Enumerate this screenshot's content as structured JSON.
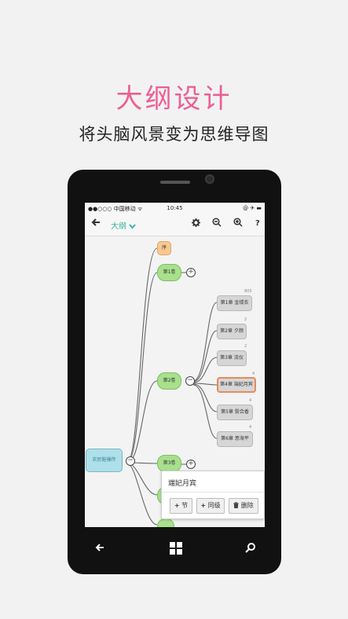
{
  "promo": {
    "headline": "大纲设计",
    "subline": "将头脑风景变为思维导图"
  },
  "statusbar": {
    "signal": "●●○○○ 中国移动 ᯤ",
    "time": "10:45",
    "right": "@ ✈ ▬"
  },
  "toolbar": {
    "back_icon": "back-arrow-icon",
    "title": "大纲",
    "dropdown_icon": "chevron-down-icon",
    "settings_icon": "gear-icon",
    "zoom_out_icon": "zoom-out-icon",
    "zoom_in_icon": "zoom-in-icon",
    "help_label": "?"
  },
  "mindmap": {
    "root": "农民鞋爆传",
    "preface": "序",
    "volumes": [
      "第1卷",
      "第2卷",
      "第3卷"
    ],
    "chapters": [
      {
        "label": "第1章 金缕衣",
        "count": "805"
      },
      {
        "label": "第2章 夕颜",
        "count": "2"
      },
      {
        "label": "第3章 流仪",
        "count": "2"
      },
      {
        "label": "第4章 端妃月宾",
        "count": "4"
      },
      {
        "label": "第5章 鬓合香",
        "count": "4"
      },
      {
        "label": "第6章 意海平",
        "count": "4"
      }
    ],
    "selected_chapter_index": 3
  },
  "popup": {
    "title": "端妃月宾",
    "buttons": [
      {
        "icon": "plus-icon",
        "label": "节"
      },
      {
        "icon": "plus-icon",
        "label": "同级"
      },
      {
        "icon": "trash-icon",
        "label": "删除"
      }
    ]
  },
  "colors": {
    "headline": "#ec5f93",
    "accent": "#3bb3a0",
    "volume_node": "#a8e08d",
    "chapter_node": "#d6d6d6",
    "selected_border": "#e98a57",
    "root_node": "#aee0ea",
    "preface_node": "#f8c890"
  },
  "phone_nav": {
    "back_icon": "back-arrow-icon",
    "home_icon": "windows-logo-icon",
    "search_icon": "search-icon"
  }
}
